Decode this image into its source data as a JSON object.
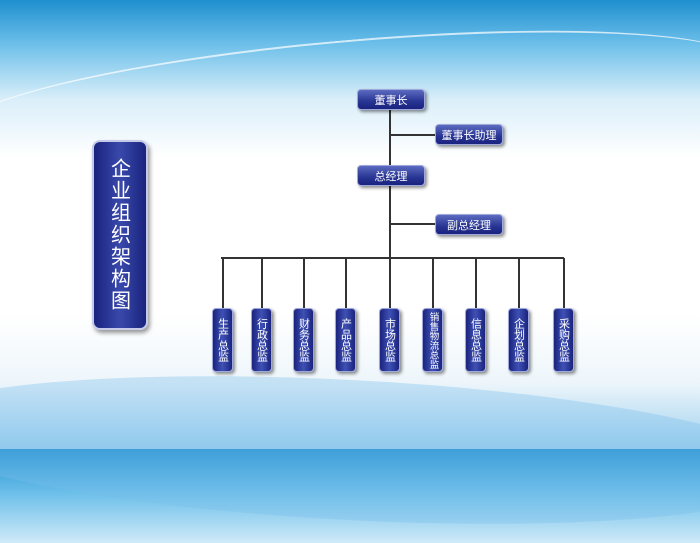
{
  "title": "企业组织架构图",
  "chairman": "董事长",
  "chairman_assistant": "董事长助理",
  "general_manager": "总经理",
  "deputy_general_manager": "副总经理",
  "directors": [
    "生产总监",
    "行政总监",
    "财务总监",
    "产品总监",
    "市场总监",
    "销售物流总监",
    "信息总监",
    "企划总监",
    "采购总监"
  ]
}
